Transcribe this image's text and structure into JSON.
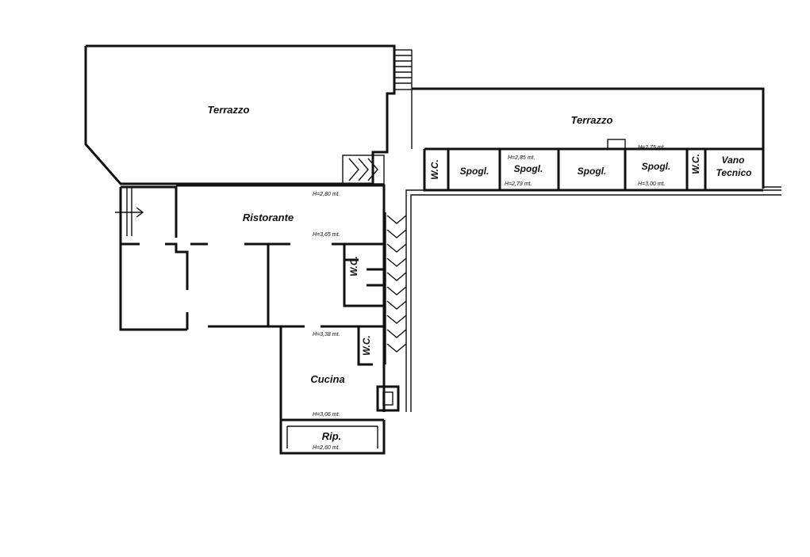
{
  "rooms": {
    "terrazzo_left": "Terrazzo",
    "terrazzo_right": "Terrazzo",
    "ristorante": "Ristorante",
    "cucina": "Cucina",
    "rip": "Rip.",
    "wc_1": "W.C.",
    "wc_2": "W.C.",
    "wc_3": "W.C.",
    "wc_4": "W.C.",
    "spogl_1": "Spogl.",
    "spogl_2": "Spogl.",
    "spogl_3": "Spogl.",
    "spogl_4": "Spogl.",
    "vano_line1": "Vano",
    "vano_line2": "Tecnico"
  },
  "heights": {
    "ristorante_top": "H=2,80 mt.",
    "ristorante_mid": "H=3,65 mt.",
    "cucina_top": "H=3,38 mt.",
    "cucina_bottom": "H=3,06 mt.",
    "rip": "H=2,60 mt.",
    "spogl_2_top": "H=2,85 mt.",
    "spogl_2_bottom": "H=2,79 mt.",
    "spogl_4_top": "H=2,75 mt.",
    "spogl_4_bottom": "H=3,00 mt."
  }
}
